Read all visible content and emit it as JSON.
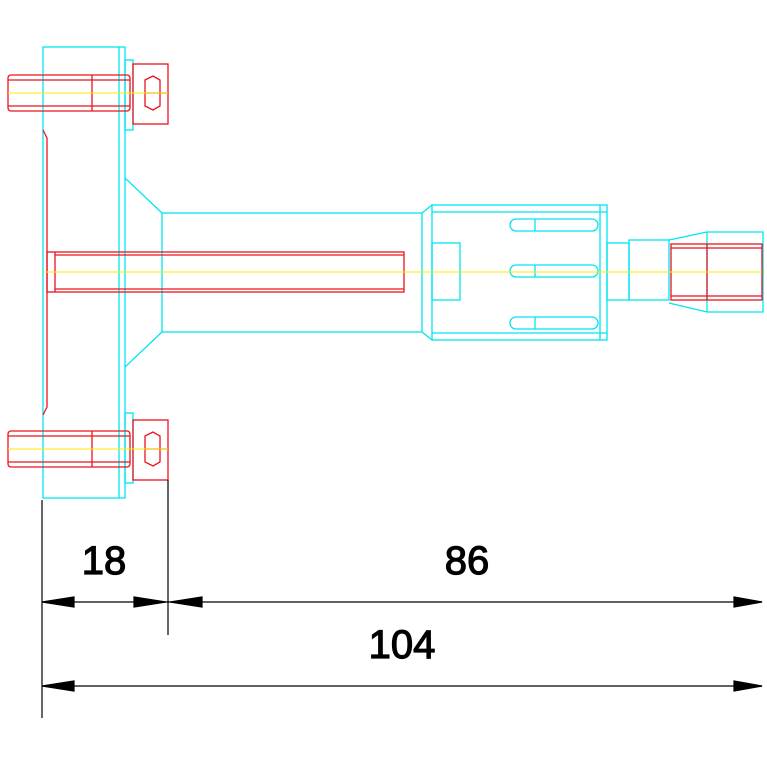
{
  "colors": {
    "outline": "#00e5f0",
    "detail": "#e8141c",
    "centerline": "#ffe800",
    "dimension": "#000000",
    "background": "#ffffff"
  },
  "dimensions": {
    "flange": "18",
    "extension": "86",
    "overall": "104"
  }
}
